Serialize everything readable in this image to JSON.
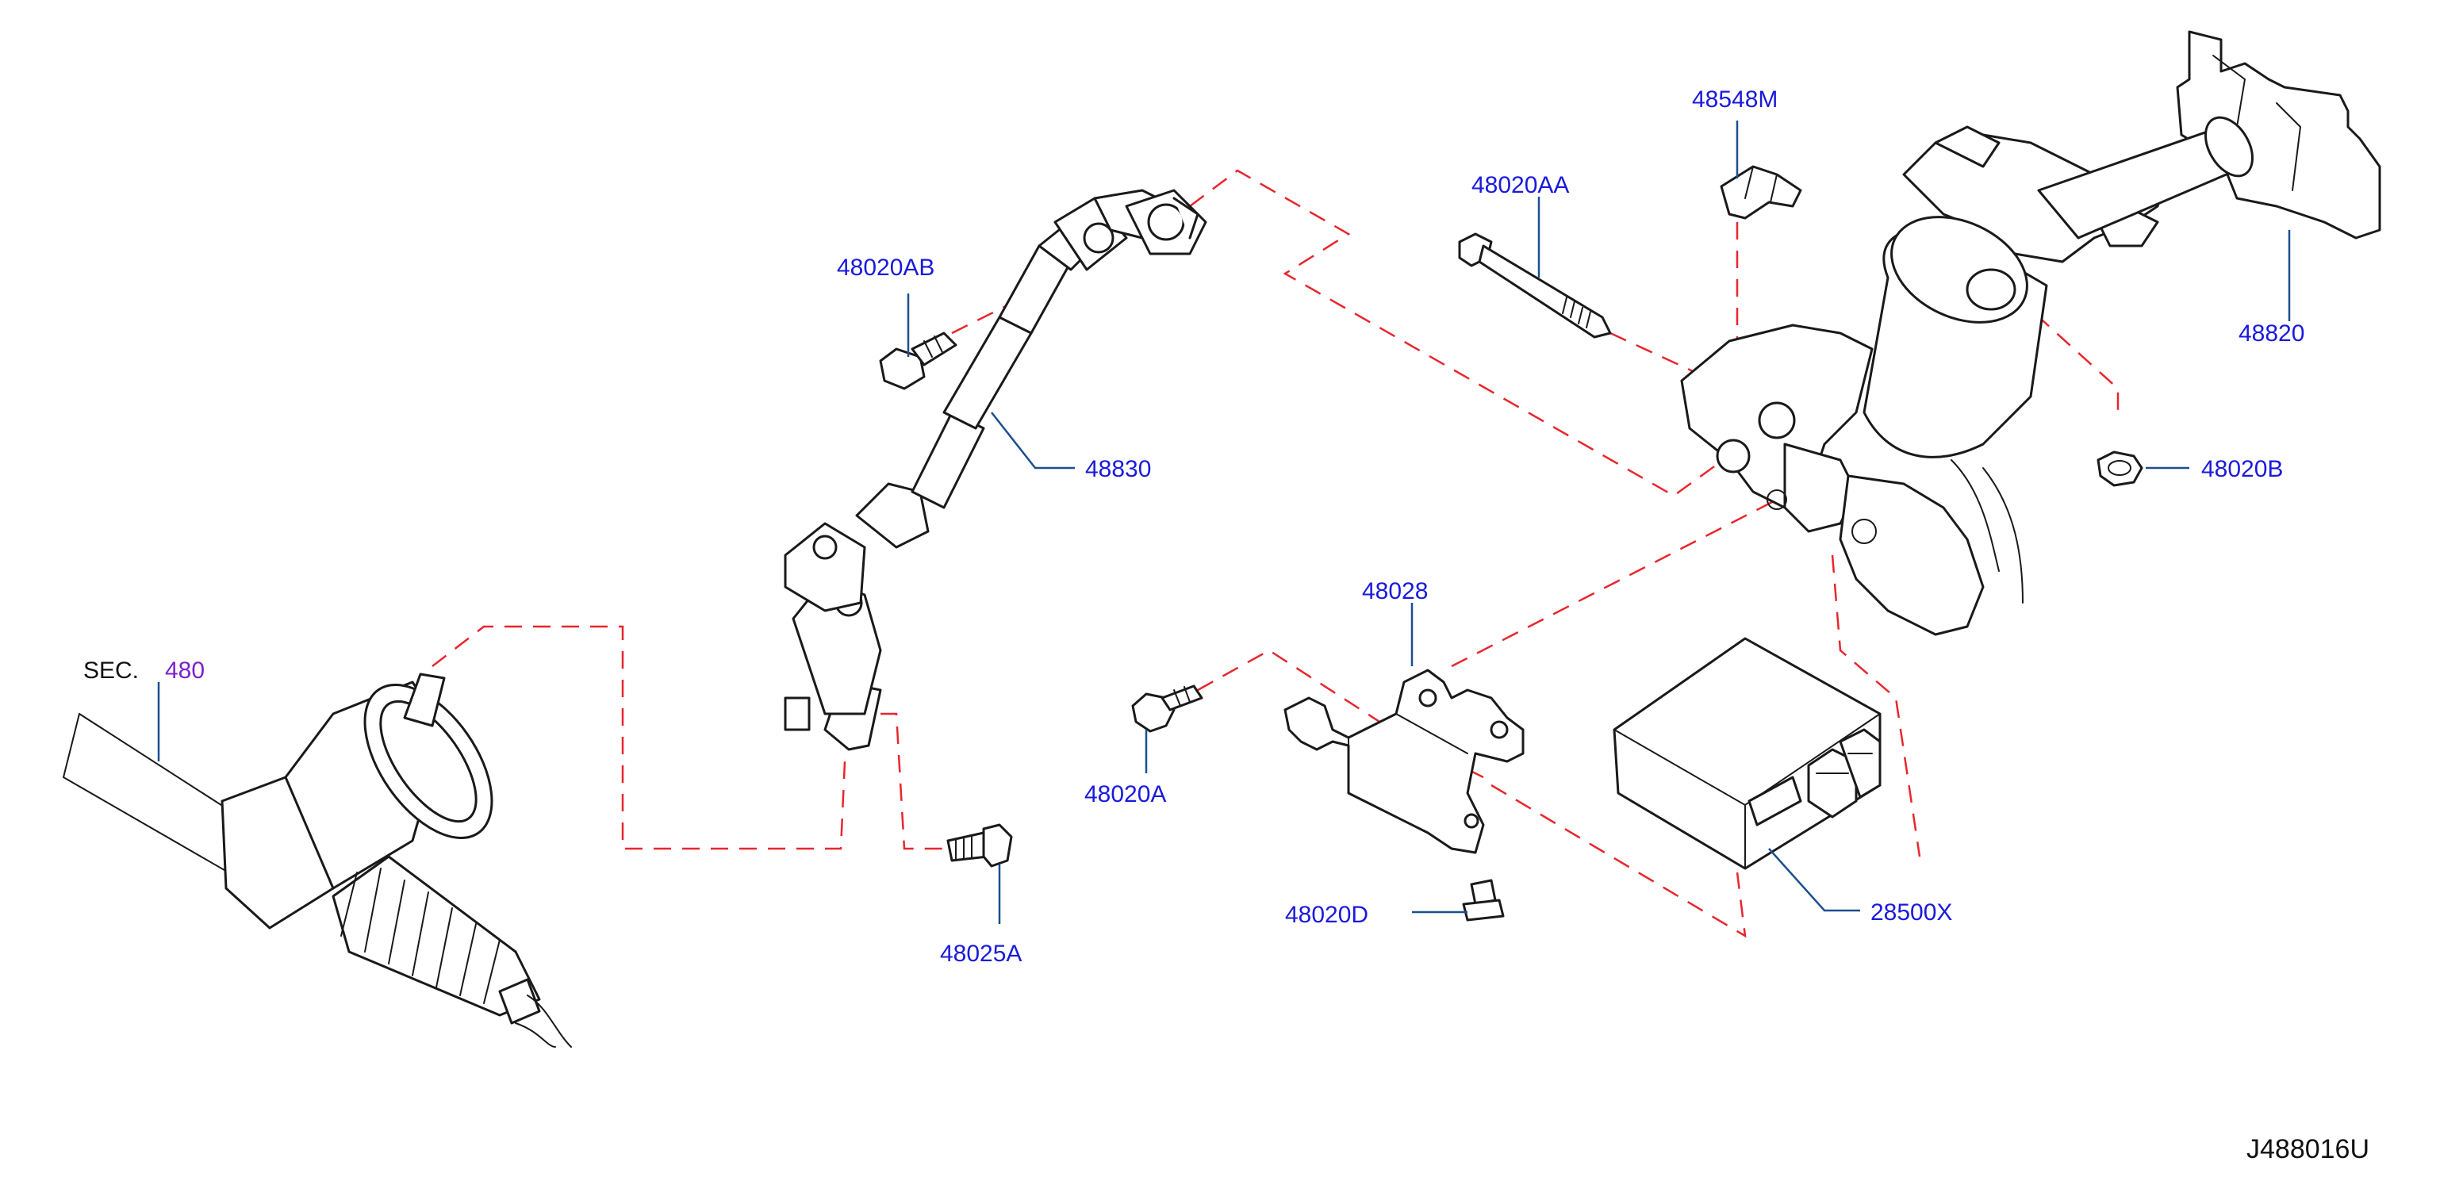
{
  "labels": {
    "l48548M": "48548M",
    "l48020AA": "48020AA",
    "l48020AB": "48020AB",
    "l48820": "48820",
    "l48830": "48830",
    "l48020B": "48020B",
    "l48028": "48028",
    "l48020A": "48020A",
    "l48025A": "48025A",
    "l48020D": "48020D",
    "l28500X": "28500X"
  },
  "section": {
    "prefix": "SEC.",
    "number": "480"
  },
  "diagram_code": "J488016U",
  "colors": {
    "part_number": "#1a1adc",
    "section_number": "#7a22cc",
    "leader": "#1c4f8f",
    "dashed_guide": "#e8262e",
    "outline": "#1a1a1a"
  }
}
